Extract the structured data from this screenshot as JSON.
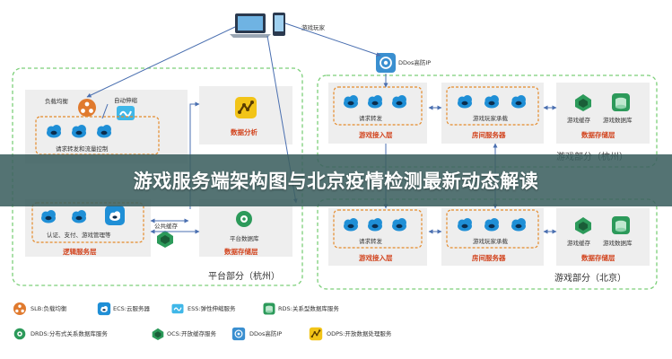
{
  "banner": {
    "title": "游戏服务端架构图与北京疫情检测最新动态解读"
  },
  "diagram": {
    "player": "游戏玩家",
    "ddos": "DDos高防IP",
    "platform": {
      "region": "平台部分（杭州）",
      "slb": "负载均衡",
      "ess": "自动伸缩",
      "gateway": "请求转发和流量控制",
      "analytics": "数据分析",
      "logic_items": "认证、支付、游戏管理等",
      "logic_layer": "逻辑服务层",
      "public_cache": "公共缓存",
      "platform_db": "平台数据库",
      "storage_layer": "数据存储层"
    },
    "game_hz": {
      "region": "游戏部分（杭州）",
      "access_item": "请求转发",
      "access_layer": "游戏接入层",
      "room_item": "游戏玩家承载",
      "room_layer": "房间服务器",
      "cache": "游戏缓存",
      "db": "游戏数据库",
      "storage_layer": "数据存储层"
    },
    "game_bj": {
      "region": "游戏部分（北京）",
      "access_item": "请求转发",
      "access_layer": "游戏接入层",
      "room_item": "游戏玩家承载",
      "room_layer": "房间服务器",
      "cache": "游戏缓存",
      "db": "游戏数据库",
      "storage_layer": "数据存储层"
    }
  },
  "legend": [
    {
      "icon": "slb-icon",
      "text": "SLB:负载均衡"
    },
    {
      "icon": "ecs-icon",
      "text": "ECS:云服务器"
    },
    {
      "icon": "ess-icon",
      "text": "ESS:弹性伸缩服务"
    },
    {
      "icon": "rds-icon",
      "text": "RDS:关系型数据库服务"
    },
    {
      "icon": "drds-icon",
      "text": "DRDS:分布式关系数据库服务"
    },
    {
      "icon": "ocs-icon",
      "text": "OCS:开放缓存服务"
    },
    {
      "icon": "ddos-icon",
      "text": "DDos高防IP"
    },
    {
      "icon": "odps-icon",
      "text": "ODPS:开放数据处理服务"
    }
  ],
  "colors": {
    "ecs": "#1f8fd6",
    "slb": "#e07a2e",
    "ocs": "#2c9a5a",
    "odps": "#f2c418",
    "ddos": "#3a8fd0",
    "dash": "#e58a2a",
    "layer_text": "#d2441e",
    "arrow": "#4a6fb0"
  }
}
